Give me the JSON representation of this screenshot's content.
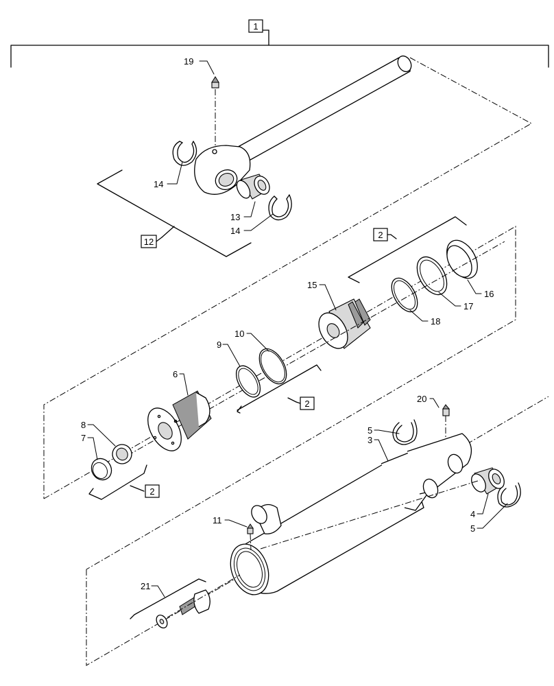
{
  "callouts": {
    "c1": "1",
    "c2a": "2",
    "c2b": "2",
    "c2c": "2",
    "c3": "3",
    "c4": "4",
    "c5a": "5",
    "c5b": "5",
    "c6": "6",
    "c7": "7",
    "c8": "8",
    "c9": "9",
    "c10": "10",
    "c11": "11",
    "c12": "12",
    "c13": "13",
    "c14a": "14",
    "c14b": "14",
    "c15": "15",
    "c16": "16",
    "c17": "17",
    "c18": "18",
    "c19": "19",
    "c20": "20",
    "c21": "21"
  }
}
